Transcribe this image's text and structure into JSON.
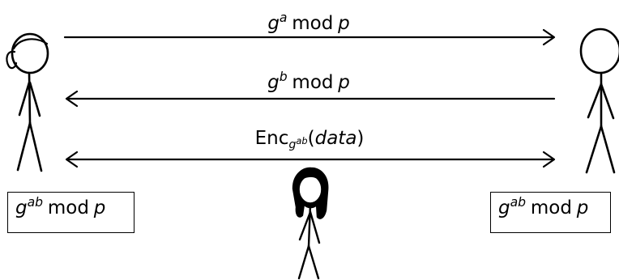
{
  "messages": {
    "top": {
      "base": "g",
      "exp": "a",
      "mod": "mod",
      "p": "p"
    },
    "middle": {
      "base": "g",
      "exp": "b",
      "mod": "mod",
      "p": "p"
    },
    "bottom": {
      "fn": "Enc",
      "key_base": "g",
      "key_exp": "ab",
      "open": "(",
      "arg": "data",
      "close": ")"
    }
  },
  "boxes": {
    "left": {
      "base": "g",
      "exp": "ab",
      "mod": "mod",
      "p": "p"
    },
    "right": {
      "base": "g",
      "exp": "ab",
      "mod": "mod",
      "p": "p"
    }
  }
}
